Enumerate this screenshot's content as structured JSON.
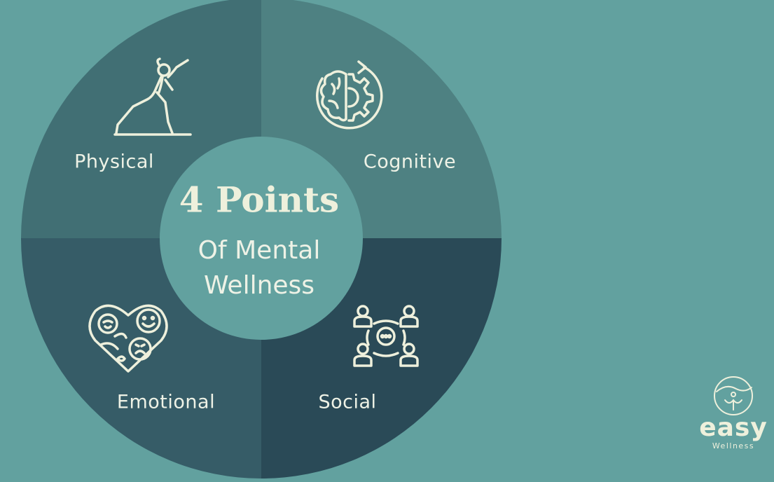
{
  "diagram": {
    "title": "4 Points",
    "subtitle": "Of Mental Wellness",
    "quadrants": [
      {
        "label": "Physical",
        "icon": "yoga-pose-icon",
        "color": "#416f74"
      },
      {
        "label": "Cognitive",
        "icon": "brain-gear-icon",
        "color": "#4e8182"
      },
      {
        "label": "Emotional",
        "icon": "heart-emotions-icon",
        "color": "#365c67"
      },
      {
        "label": "Social",
        "icon": "social-network-icon",
        "color": "#2a4a57"
      }
    ]
  },
  "logo": {
    "wordmark": "easy",
    "tagline": "Wellness",
    "icon": "lotus-person-icon"
  },
  "colors": {
    "background": "#62a19f",
    "center": "#62a19f",
    "text": "#eef2e6"
  }
}
